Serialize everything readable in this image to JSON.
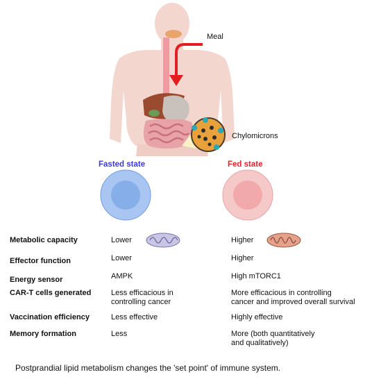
{
  "illustration": {
    "meal_label": "Meal",
    "chylomicrons_label": "Chylomicrons"
  },
  "states": {
    "fasted": {
      "label": "Fasted state",
      "color": "#3b3bd6",
      "cell_outer": "#a9c6f2",
      "cell_inner": "#86aee9"
    },
    "fed": {
      "label": "Fed state",
      "color": "#e0242b",
      "cell_outer": "#f6c9c9",
      "cell_inner": "#f1a9ab"
    }
  },
  "comparison": {
    "rows": [
      {
        "label": "Metabolic capacity",
        "fasted": [
          "Lower"
        ],
        "fed": [
          "Higher"
        ]
      },
      {
        "label": "Effector function",
        "fasted": [
          "Lower"
        ],
        "fed": [
          "Higher"
        ]
      },
      {
        "label": "Energy sensor",
        "fasted": [
          "AMPK"
        ],
        "fed": [
          "High mTORC1"
        ]
      },
      {
        "label": "CAR-T cells generated",
        "fasted": [
          "Less efficacious in",
          "controlling cancer"
        ],
        "fed": [
          "More efficacious in controlling",
          "cancer and improved overall survival"
        ]
      },
      {
        "label": "Vaccination efficiency",
        "fasted": [
          "Less effective"
        ],
        "fed": [
          "Highly effective"
        ]
      },
      {
        "label": "Memory formation",
        "fasted": [
          "Less"
        ],
        "fed": [
          "More (both quantitatively",
          "and qualitatively)"
        ]
      }
    ]
  },
  "caption": "Postprandial lipid metabolism changes the 'set point' of immune system."
}
